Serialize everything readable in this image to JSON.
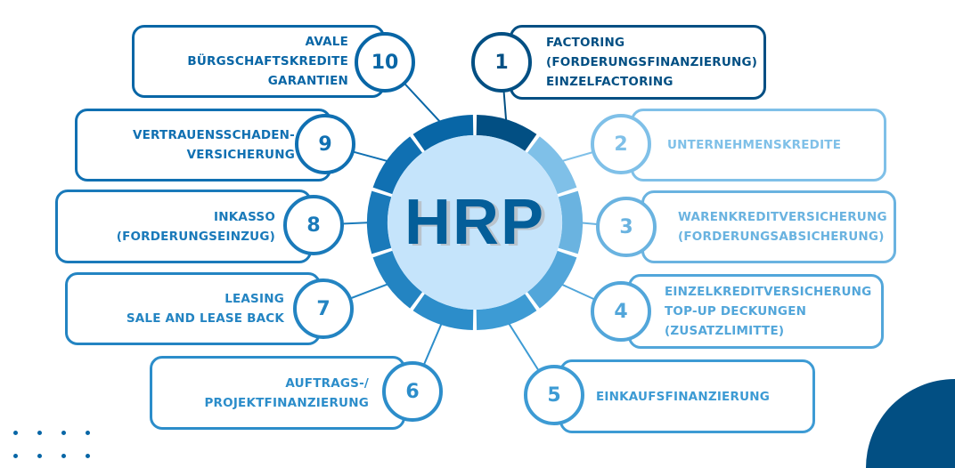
{
  "center": {
    "title": "HRP",
    "color": "#c5e4fb"
  },
  "items": [
    {
      "num": "1",
      "lines": [
        "FACTORING",
        "(FORDERUNGSFINANZIERUNG)",
        "EINZELFACTORING"
      ],
      "color": "#024f83"
    },
    {
      "num": "2",
      "lines": [
        "UNTERNEHMENSKREDITE"
      ],
      "color": "#7fc0e8"
    },
    {
      "num": "3",
      "lines": [
        "WARENKREDITVERSICHERUNG",
        "(FORDERUNGSABSICHERUNG)"
      ],
      "color": "#6ab3e0"
    },
    {
      "num": "4",
      "lines": [
        "EINZELKREDITVERSICHERUNG",
        "TOP-UP DECKUNGEN",
        "(ZUSATZLIMITTE)"
      ],
      "color": "#52a6da"
    },
    {
      "num": "5",
      "lines": [
        "EINKAUFSFINANZIERUNG"
      ],
      "color": "#3d9bd4"
    },
    {
      "num": "6",
      "lines": [
        "AUFTRAGS-/",
        "PROJEKTFINANZIERUNG"
      ],
      "color": "#2c8dca"
    },
    {
      "num": "7",
      "lines": [
        "LEASING",
        "SALE AND LEASE BACK"
      ],
      "color": "#2384c2"
    },
    {
      "num": "8",
      "lines": [
        "INKASSO",
        "(FORDERUNGSEINZUG)"
      ],
      "color": "#1a7aba"
    },
    {
      "num": "9",
      "lines": [
        "VERTRAUENSSCHADEN-",
        "VERSICHERUNG"
      ],
      "color": "#1070b2"
    },
    {
      "num": "10",
      "lines": [
        "AVALE",
        "BÜRGSCHAFTSKREDITE",
        "GARANTIEN"
      ],
      "color": "#0866a6"
    }
  ],
  "accent": "#024f83"
}
